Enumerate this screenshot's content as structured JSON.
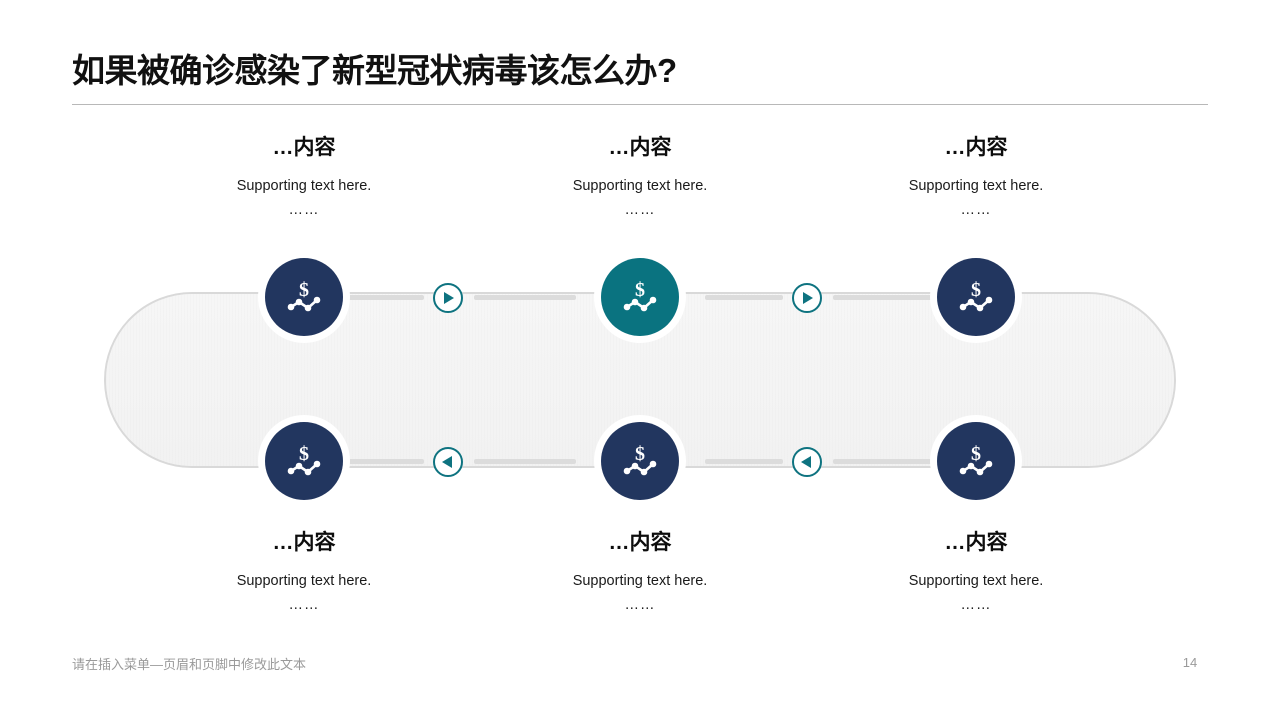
{
  "slide": {
    "title": "如果被确诊感染了新型冠状病毒该怎么办?",
    "footer_text": "请在插入菜单—页眉和页脚中修改此文本",
    "page_number": "14"
  },
  "colors": {
    "navy": "#22365f",
    "teal": "#0a7380",
    "marker_outline": "#0e7380",
    "pill_fill": "#f4f4f4",
    "pill_border": "#d9d9d9",
    "connector": "#dcdcdc",
    "title_text": "#111111",
    "footer_text": "#9a9a9a",
    "rule": "#b8b8b8"
  },
  "top_columns": [
    {
      "heading": "…内容",
      "support": "Supporting text here.",
      "dots": "……",
      "icon": "dollar-chart-icon",
      "node_color": "navy"
    },
    {
      "heading": "…内容",
      "support": "Supporting text here.",
      "dots": "……",
      "icon": "dollar-chart-icon",
      "node_color": "teal"
    },
    {
      "heading": "…内容",
      "support": "Supporting text here.",
      "dots": "……",
      "icon": "dollar-chart-icon",
      "node_color": "navy"
    }
  ],
  "bottom_columns": [
    {
      "heading": "…内容",
      "support": "Supporting text here.",
      "dots": "……",
      "icon": "dollar-chart-icon",
      "node_color": "navy"
    },
    {
      "heading": "…内容",
      "support": "Supporting text here.",
      "dots": "……",
      "icon": "dollar-chart-icon",
      "node_color": "navy"
    },
    {
      "heading": "…内容",
      "support": "Supporting text here.",
      "dots": "……",
      "icon": "dollar-chart-icon",
      "node_color": "navy"
    }
  ],
  "markers": {
    "top": [
      {
        "icon": "play-right-icon",
        "direction": "right"
      },
      {
        "icon": "play-right-icon",
        "direction": "right"
      }
    ],
    "bottom": [
      {
        "icon": "play-left-icon",
        "direction": "left"
      },
      {
        "icon": "play-left-icon",
        "direction": "left"
      }
    ]
  }
}
